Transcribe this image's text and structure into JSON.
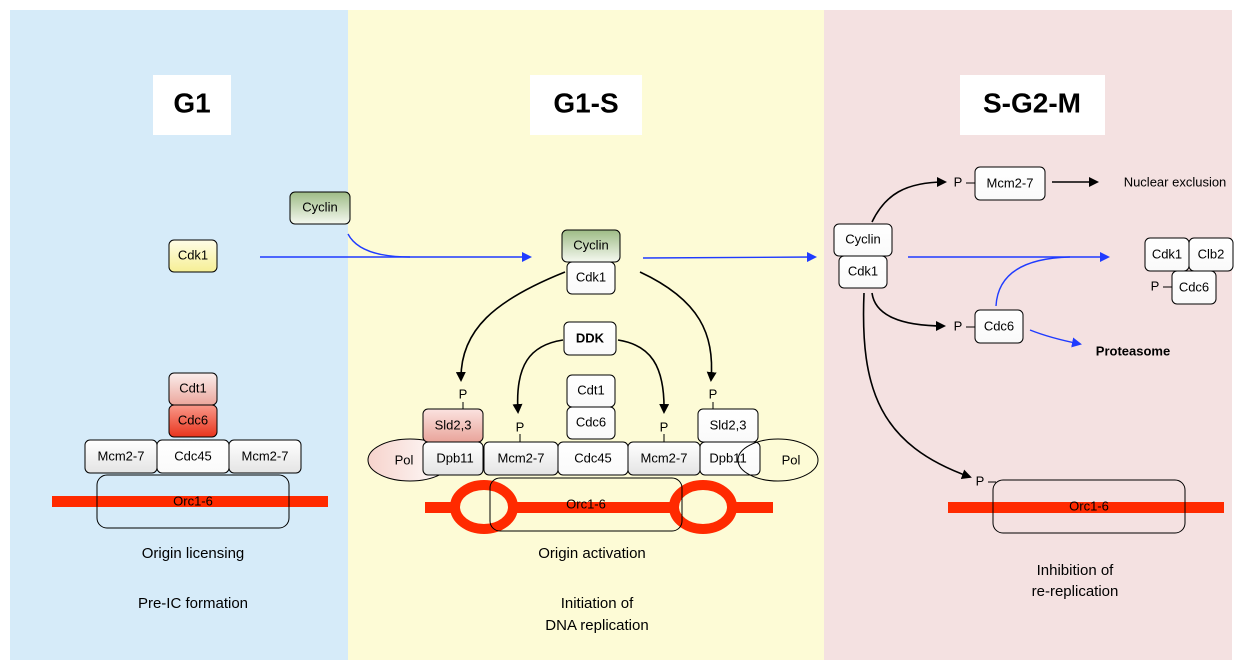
{
  "phases": {
    "g1": {
      "title": "G1",
      "bg": "#d6ebf9",
      "caption1": "Origin licensing",
      "caption2": "Pre-IC formation"
    },
    "g1s": {
      "title": "G1-S",
      "bg": "#fdfbd6",
      "caption1": "Origin activation",
      "caption2a": "Initiation of",
      "caption2b": "DNA replication"
    },
    "sg2m": {
      "title": "S-G2-M",
      "bg": "#f4e1e1",
      "caption1a": "Inhibition of",
      "caption1b": "re-replication"
    }
  },
  "labels": {
    "cyclin": "Cyclin",
    "cdk1": "Cdk1",
    "cdt1": "Cdt1",
    "cdc6": "Cdc6",
    "mcm": "Mcm2-7",
    "cdc45": "Cdc45",
    "orc": "Orc1-6",
    "ddk": "DDK",
    "sld": "Sld2,3",
    "dpb11": "Dpb11",
    "pol": "Pol",
    "p": "P",
    "clb2": "Clb2",
    "nuclear_exclusion": "Nuclear exclusion",
    "proteasome": "Proteasome"
  },
  "colors": {
    "dna": "#ff2a00",
    "blue_arrow": "#1f3bff",
    "cdk1_fill": "#fbf6bb",
    "cyclin_fill": "#b9cfa6",
    "cdc6_fill": "#f26650",
    "cdt1_fill": "#f4c6bf"
  }
}
